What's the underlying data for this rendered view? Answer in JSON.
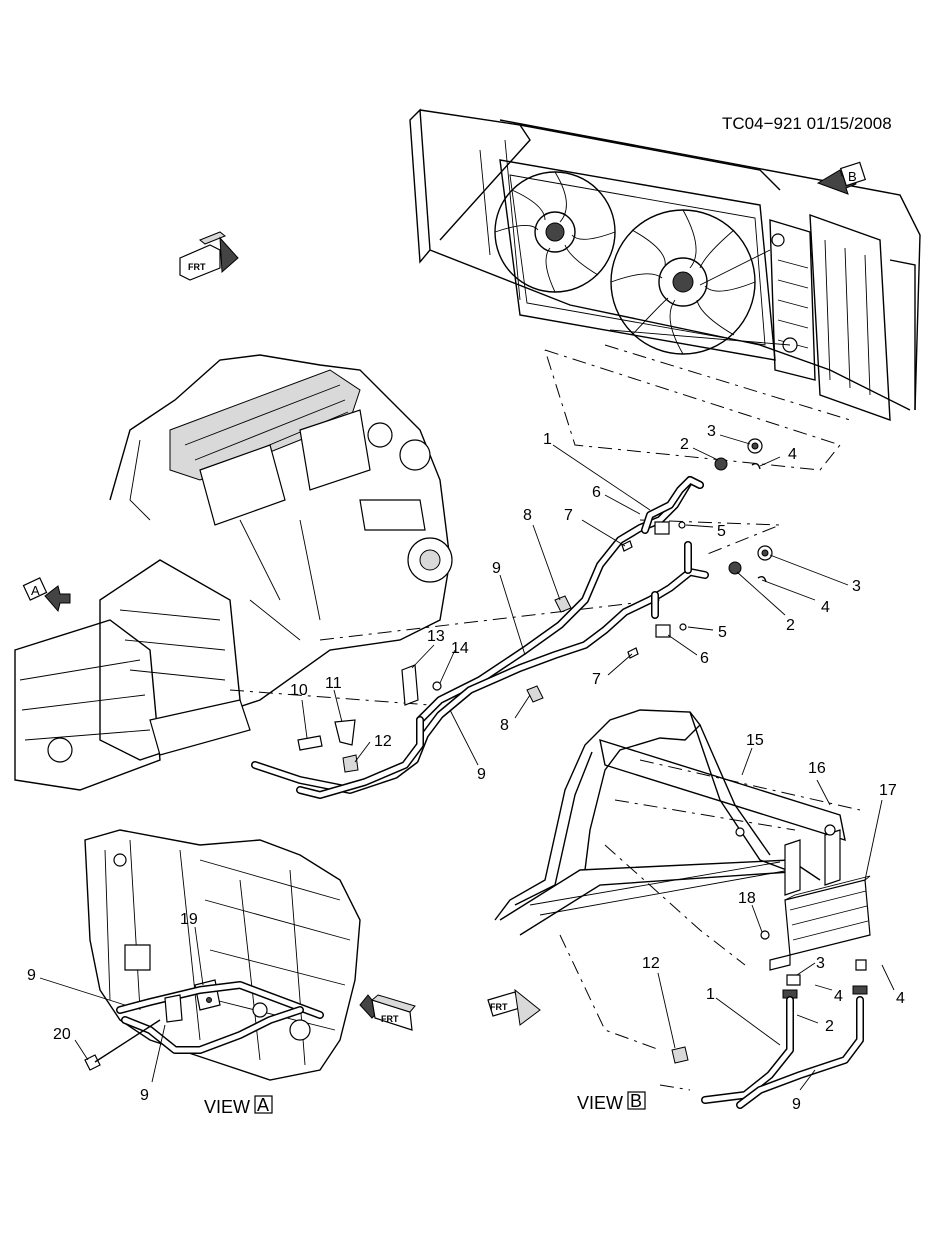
{
  "header": {
    "doc_code": "TC04−921  01/15/2008"
  },
  "views": {
    "a_prefix": "VIEW",
    "a_letter": "A",
    "b_prefix": "VIEW",
    "b_letter": "B"
  },
  "direction_arrows": {
    "a": "A",
    "b": "B",
    "front_label": "FRT",
    "front_icon": "front-direction-icon"
  },
  "callouts": {
    "c1_top": "1",
    "c2_top": "2",
    "c3_top": "3",
    "c4_top": "4",
    "c5_top": "5",
    "c6_top": "6",
    "c7_top": "7",
    "c8_top": "8",
    "c9_top": "9",
    "c3_mid": "3",
    "c2_mid": "2",
    "c4_mid": "4",
    "c5_mid": "5",
    "c6_mid": "6",
    "c7_mid": "7",
    "c8_mid": "8",
    "c9_mid": "9",
    "c10": "10",
    "c11": "11",
    "c12_engine": "12",
    "c13": "13",
    "c14": "14",
    "c15": "15",
    "c16": "16",
    "c17": "17",
    "c18": "18",
    "c3_b": "3",
    "c4_b1": "4",
    "c4_b2": "4",
    "c2_b": "2",
    "c1_b": "1",
    "c12_b": "12",
    "c9_b": "9",
    "c19": "19",
    "c9_a1": "9",
    "c20": "20",
    "c9_a2": "9"
  }
}
